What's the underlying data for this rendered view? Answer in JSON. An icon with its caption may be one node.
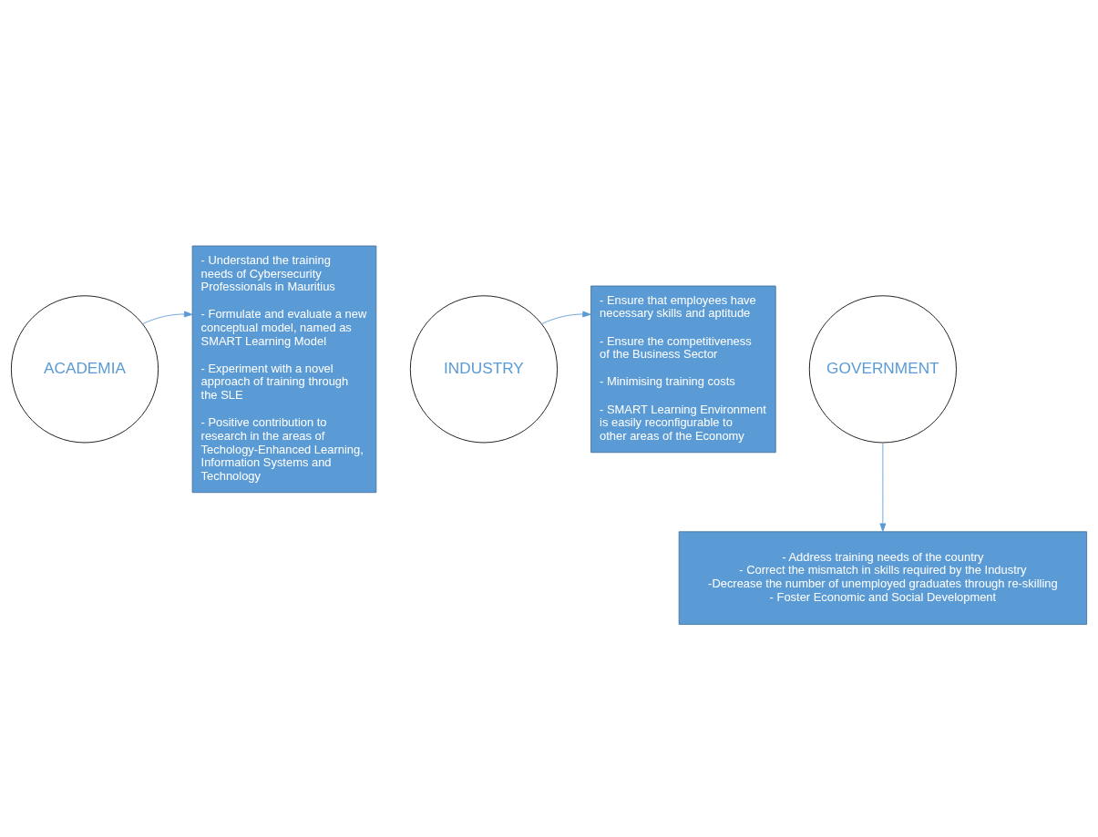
{
  "diagram": {
    "nodes": [
      {
        "text": [
          "ACADEMIA"
        ]
      },
      {
        "text": [
          "INDUSTRY"
        ]
      },
      {
        "text": [
          "GOVERNMENT"
        ]
      },
      {
        "text": [
          "- Understand the training needs of Cybersecurity Professionals in Mauritius",
          "- Formulate and evaluate a new conceptual model, named as SMART Learning Model",
          "- Experiment with a novel approach of training through the SLE",
          "- Positive contribution to research in the areas of Techology-Enhanced Learning, Information Systems and Technology"
        ]
      },
      {
        "text": [
          "- Ensure that employees have necessary skills and aptitude",
          "- Ensure the competitiveness of the Business Sector",
          "- Minimising training costs",
          "- SMART Learning Environment is easily reconfigurable to other areas of the Economy"
        ]
      },
      {
        "text": [
          "- Address training needs of the country",
          "- Correct the mismatch in skills required by the Industry",
          "-Decrease the number of unemployed graduates through re-skilling",
          "- Foster Economic and Social Development"
        ]
      }
    ],
    "edges": [
      {
        "from": 0,
        "to": 3,
        "arrow": "to"
      },
      {
        "from": 1,
        "to": 4,
        "arrow": "to"
      },
      {
        "from": 2,
        "to": 5,
        "arrow": "to"
      }
    ]
  }
}
